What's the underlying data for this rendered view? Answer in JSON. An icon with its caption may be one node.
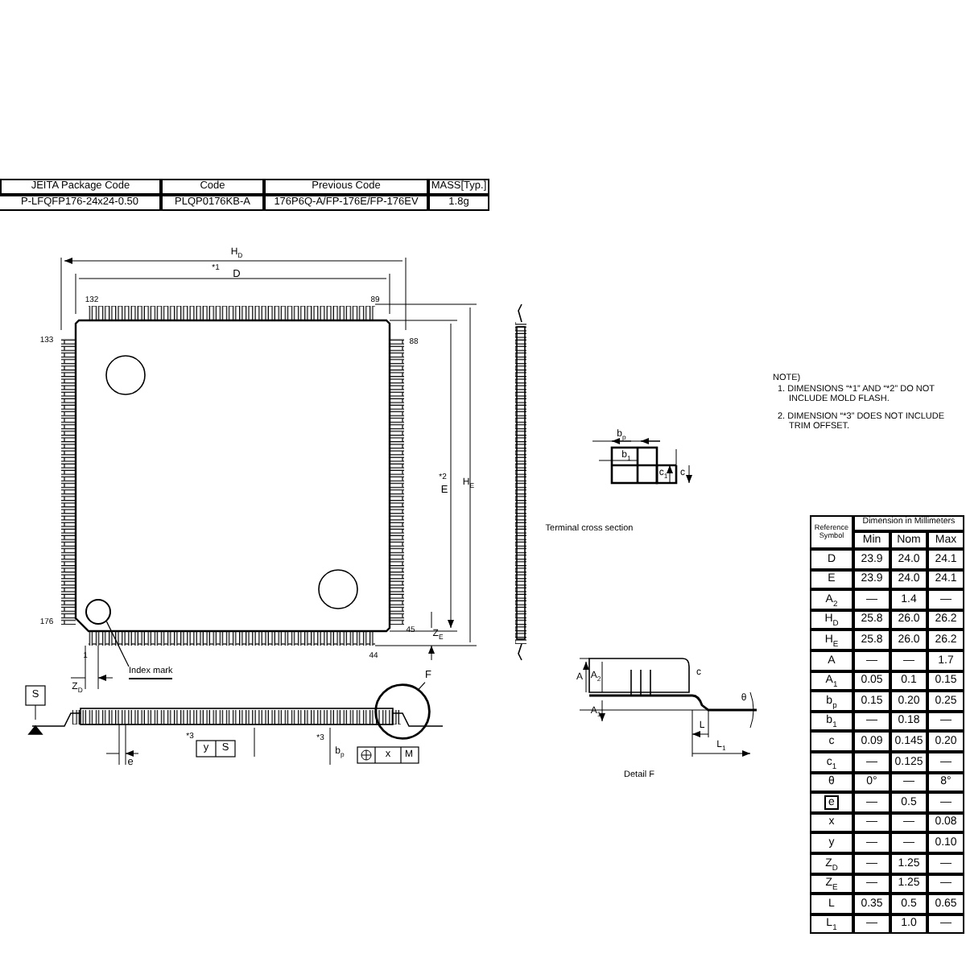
{
  "diagram": {
    "nodes": [
      {
        "text": [
          "Index mark"
        ]
      },
      {
        "text": [],
        "shape": "circle"
      },
      {
        "text": [
          "F"
        ]
      },
      {
        "text": [],
        "shape": "circle"
      }
    ],
    "edges": [
      {
        "from": 0,
        "to": 1,
        "arrow": "none"
      },
      {
        "from": 2,
        "to": 3,
        "arrow": "none"
      }
    ],
    "labels": [
      "JEITA Package Code",
      "Code",
      "Previous Code",
      "MASS[Typ.]",
      "P-LFQFP176-24x24-0.50",
      "PLQP0176KB-A",
      "176P6Q-A/FP-176E/FP-176EV",
      "1.8g",
      "H$_{D}$",
      "*1",
      "D",
      "132",
      "89",
      "133",
      "88",
      "*2",
      "E",
      "H$_{E}$",
      "176",
      "1",
      "44",
      "45",
      "Z$_{E}$",
      "Z$_{D}$",
      "S",
      "e",
      "*3",
      "y",
      "S",
      "*3",
      "b$_{p}$",
      "x",
      "M",
      "b$_{p}$",
      "b$_{1}$",
      "c$_{1}$",
      "c",
      "Terminal cross section",
      "NOTE)",
      "1. DIMENSIONS “*1” AND “*2” DO NOT INCLUDE MOLD FLASH.",
      "2. DIMENSION “*3” DOES NOT INCLUDE TRIM OFFSET.",
      "A",
      "A$_{2}$",
      "A$_{1}$",
      "c",
      "θ",
      "L",
      "L$_{1}$",
      "Detail F",
      "Reference Symbol",
      "Dimension in Millimeters",
      "Min",
      "Nom",
      "Max",
      "D",
      "23.9",
      "24.0",
      "24.1",
      "E",
      "23.9",
      "24.0",
      "24.1",
      "A$_{2}$",
      "—",
      "1.4",
      "—",
      "H$_{D}$",
      "25.8",
      "26.0",
      "26.2",
      "H$_{E}$",
      "25.8",
      "26.0",
      "26.2",
      "A",
      "—",
      "—",
      "1.7",
      "A$_{1}$",
      "0.05",
      "0.1",
      "0.15",
      "b$_{p}$",
      "0.15",
      "0.20",
      "0.25",
      "b$_{1}$",
      "—",
      "0.18",
      "—",
      "c",
      "0.09",
      "0.145",
      "0.20",
      "c$_{1}$",
      "—",
      "0.125",
      "—",
      "θ",
      "0°",
      "—",
      "8°",
      "e",
      "—",
      "0.5",
      "—",
      "x",
      "—",
      "—",
      "0.08",
      "y",
      "—",
      "—",
      "0.10",
      "Z$_{D}$",
      "—",
      "1.25",
      "—",
      "Z$_{E}$",
      "—",
      "1.25",
      "—",
      "L",
      "0.35",
      "0.5",
      "0.65",
      "L$_{1}$",
      "—",
      "1.0",
      "—"
    ]
  }
}
